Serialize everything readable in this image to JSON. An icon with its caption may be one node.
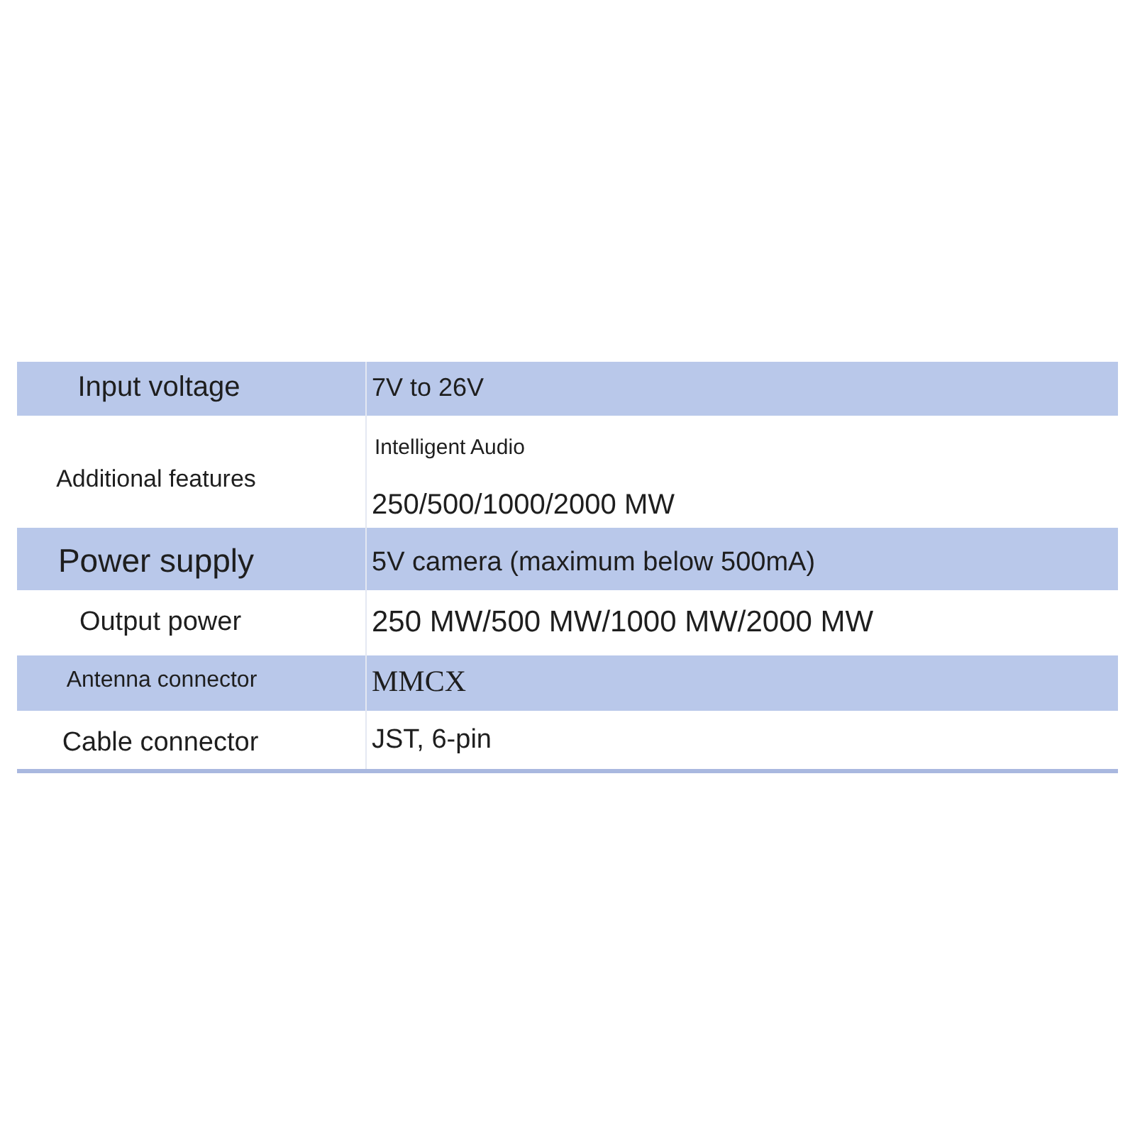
{
  "diagram": {
    "labels": [
      "Input voltage",
      "7V to 26V",
      "Additional features",
      "Intelligent Audio",
      "250/500/1000/2000 MW",
      "Power supply",
      "5V camera (maximum below 500mA)",
      "Output power",
      "250 MW/500 MW/1000 MW/2000 MW",
      "Antenna connector",
      "MMCX",
      "Cable connector",
      "JST, 6-pin"
    ]
  }
}
